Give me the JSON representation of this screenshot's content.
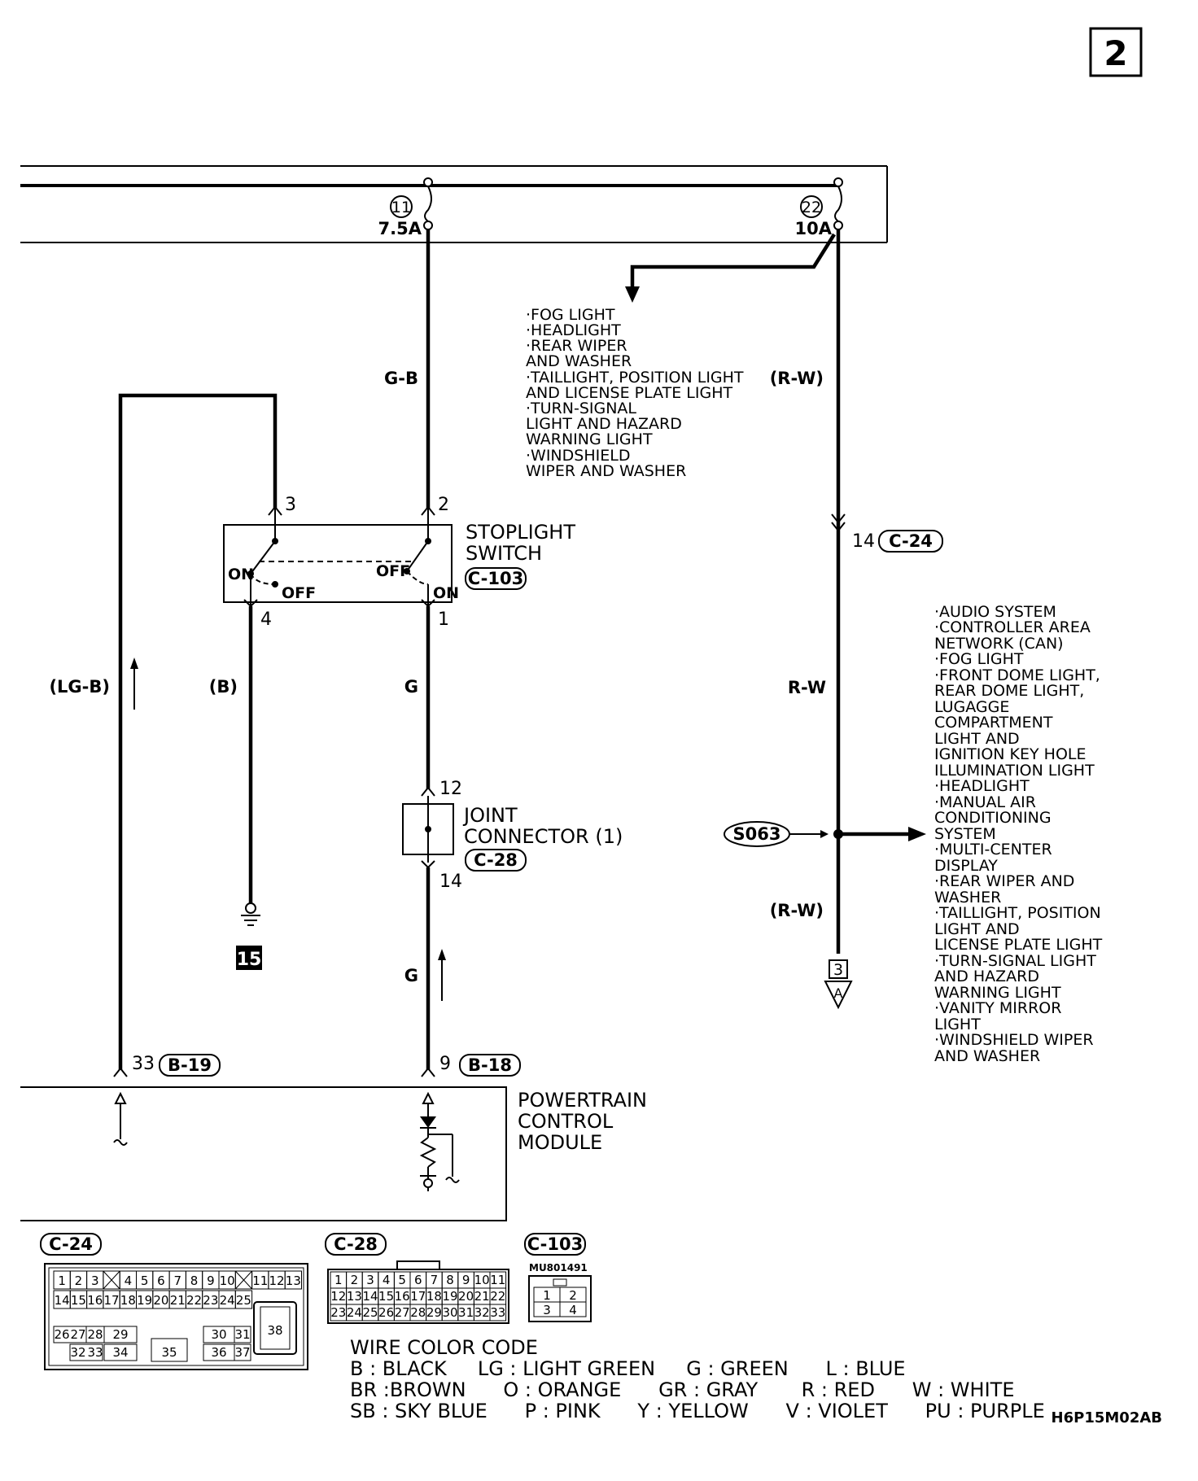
{
  "page_number": "2",
  "diagram_code": "H6P15M02AB",
  "fuses": [
    {
      "number": "11",
      "rating": "7.5A"
    },
    {
      "number": "22",
      "rating": "10A"
    }
  ],
  "wire_labels": {
    "g_b": "G-B",
    "r_w_top": "(R-W)",
    "lg_b": "(LG-B)",
    "b": "(B)",
    "g_upper": "G",
    "r_w_mid": "R-W",
    "g_lower": "G",
    "r_w_bottom": "(R-W)"
  },
  "fuse22_branch_items": [
    "·FOG LIGHT",
    "·HEADLIGHT",
    "·REAR WIPER",
    " AND WASHER",
    "·TAILLIGHT, POSITION LIGHT",
    " AND LICENSE PLATE LIGHT",
    "·TURN-SIGNAL",
    " LIGHT AND HAZARD",
    " WARNING LIGHT",
    "·WINDSHIELD",
    " WIPER AND WASHER"
  ],
  "s063_branch_items": [
    "·AUDIO SYSTEM",
    "·CONTROLLER AREA",
    " NETWORK (CAN)",
    "·FOG LIGHT",
    "·FRONT DOME LIGHT,",
    " REAR DOME LIGHT,",
    " LUGAGGE",
    " COMPARTMENT",
    " LIGHT AND",
    " IGNITION KEY HOLE",
    " ILLUMINATION LIGHT",
    "·HEADLIGHT",
    "·MANUAL AIR",
    " CONDITIONING",
    " SYSTEM",
    "·MULTI-CENTER",
    " DISPLAY",
    "·REAR WIPER AND",
    " WASHER",
    "·TAILLIGHT, POSITION",
    " LIGHT AND",
    " LICENSE PLATE LIGHT",
    "·TURN-SIGNAL LIGHT",
    " AND HAZARD",
    " WARNING LIGHT",
    "·VANITY MIRROR",
    " LIGHT",
    "·WINDSHIELD WIPER",
    " AND WASHER"
  ],
  "stoplight_switch": {
    "name_line1": "STOPLIGHT",
    "name_line2": "SWITCH",
    "connector": "C-103",
    "pins": {
      "p1": "1",
      "p2": "2",
      "p3": "3",
      "p4": "4"
    },
    "on": "ON",
    "off": "OFF"
  },
  "joint_connector": {
    "name_line1": "JOINT",
    "name_line2": "CONNECTOR (1)",
    "connector": "C-28",
    "pin_in": "12",
    "pin_out": "14"
  },
  "c24_pin": {
    "pin": "14",
    "connector": "C-24"
  },
  "splice": "S063",
  "ground": "15",
  "off_page_ref": {
    "page": "3",
    "letter": "A"
  },
  "pcm": {
    "line1": "POWERTRAIN",
    "line2": "CONTROL",
    "line3": "MODULE",
    "pin_left": "33",
    "conn_left": "B-19",
    "pin_right": "9",
    "conn_right": "B-18"
  },
  "connector_views": {
    "c24": {
      "label": "C-24",
      "row1": [
        "1",
        "2",
        "3",
        "",
        "4",
        "5",
        "6",
        "7",
        "8",
        "9",
        "10",
        "",
        "11",
        "12",
        "13"
      ],
      "row2": [
        "14",
        "15",
        "16",
        "17",
        "18",
        "19",
        "20",
        "21",
        "22",
        "23",
        "24",
        "25"
      ],
      "row3": [
        "26",
        "27",
        "28",
        "29",
        "30",
        "31"
      ],
      "row4": [
        "32",
        "33",
        "34",
        "35",
        "36",
        "37"
      ],
      "big": "38"
    },
    "c28": {
      "label": "C-28",
      "row1": [
        "1",
        "2",
        "3",
        "4",
        "5",
        "6",
        "7",
        "8",
        "9",
        "10",
        "11"
      ],
      "row2": [
        "12",
        "13",
        "14",
        "15",
        "16",
        "17",
        "18",
        "19",
        "20",
        "21",
        "22"
      ],
      "row3": [
        "23",
        "24",
        "25",
        "26",
        "27",
        "28",
        "29",
        "30",
        "31",
        "32",
        "33"
      ]
    },
    "c103": {
      "label": "C-103",
      "part": "MU801491",
      "pins": [
        "1",
        "2",
        "3",
        "4"
      ]
    }
  },
  "wire_color_code": {
    "title": "WIRE COLOR CODE",
    "line1": "B : BLACK     LG : LIGHT GREEN     G : GREEN      L : BLUE",
    "line2": "BR :BROWN      O : ORANGE      GR : GRAY       R : RED      W : WHITE",
    "line3": "SB : SKY BLUE      P : PINK      Y : YELLOW      V : VIOLET      PU : PURPLE"
  }
}
